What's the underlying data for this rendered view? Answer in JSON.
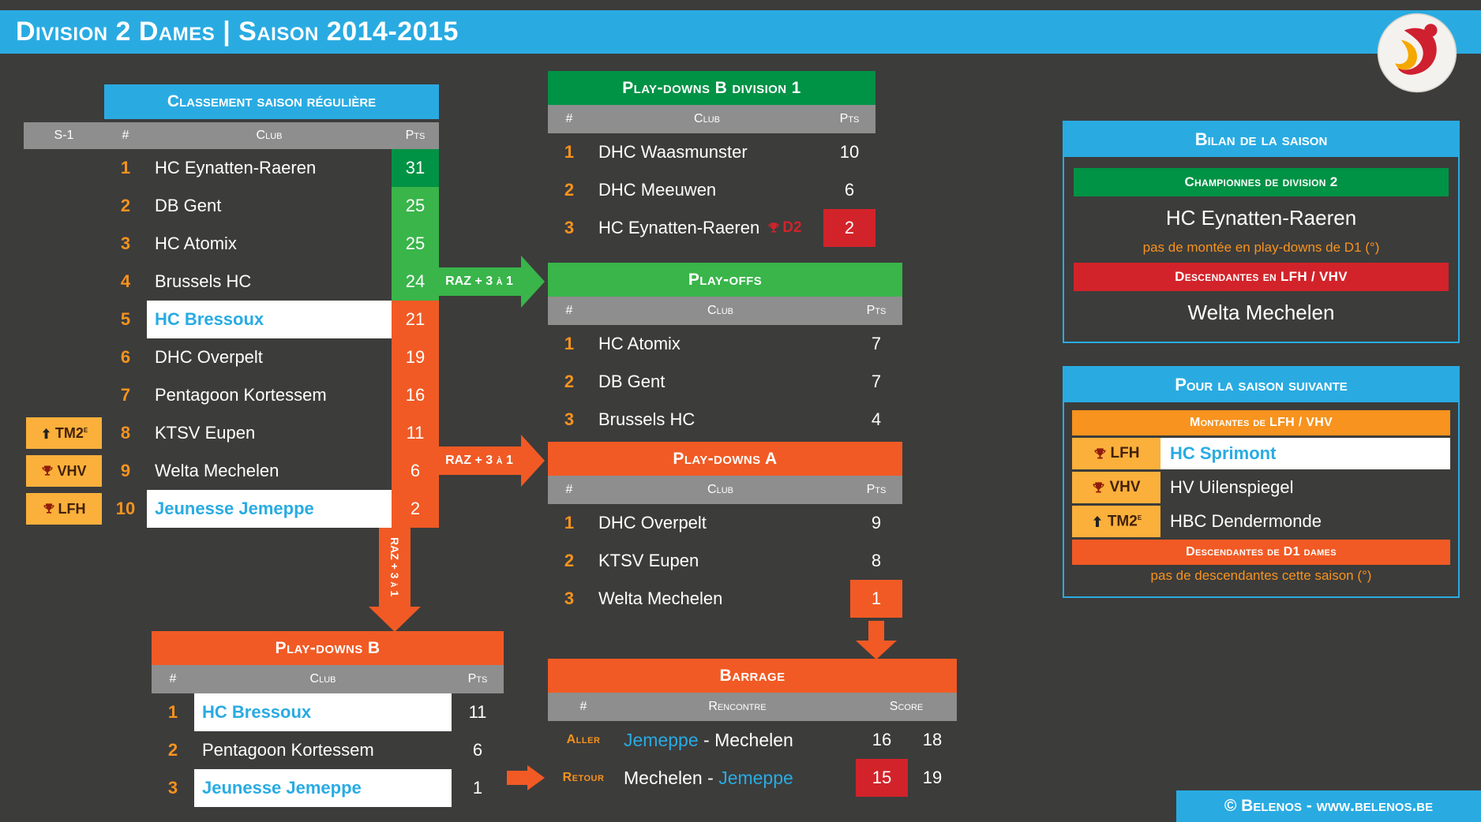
{
  "header": {
    "title": "Division 2 Dames | Saison 2014-2015"
  },
  "colors": {
    "blue": "#29abe2",
    "dark_green": "#009245",
    "green": "#39b54a",
    "orange": "#f15a24",
    "orange_light": "#f7931e",
    "yellow": "#fbb03b",
    "red": "#d2232a",
    "gray": "#8e8e8e",
    "background": "#3c3c3b",
    "badge_text": "#42210b"
  },
  "arrows": {
    "to_playoffs": "RAZ + 3 à 1",
    "to_playdowns_a": "RAZ + 3 à 1",
    "to_playdowns_b": "RAZ + 3 à 1"
  },
  "classement": {
    "title": "Classement saison régulière",
    "columns": {
      "s1": "S-1",
      "rank": "#",
      "club": "Club",
      "pts": "Pts"
    },
    "rows": [
      {
        "rank": "1",
        "club": "HC Eynatten-Raeren",
        "pts": "31",
        "pts_bg": "darkgreen"
      },
      {
        "rank": "2",
        "club": "DB Gent",
        "pts": "25",
        "pts_bg": "green"
      },
      {
        "rank": "3",
        "club": "HC Atomix",
        "pts": "25",
        "pts_bg": "green"
      },
      {
        "rank": "4",
        "club": "Brussels HC",
        "pts": "24",
        "pts_bg": "green"
      },
      {
        "rank": "5",
        "club": "HC Bressoux",
        "pts": "21",
        "pts_bg": "orange",
        "highlight": true
      },
      {
        "rank": "6",
        "club": "DHC Overpelt",
        "pts": "19",
        "pts_bg": "orange"
      },
      {
        "rank": "7",
        "club": "Pentagoon Kortessem",
        "pts": "16",
        "pts_bg": "orange"
      },
      {
        "rank": "8",
        "club": "KTSV Eupen",
        "pts": "11",
        "pts_bg": "orange",
        "badge": {
          "icon": "arrow-up",
          "text": "TM2",
          "sup": "e"
        }
      },
      {
        "rank": "9",
        "club": "Welta Mechelen",
        "pts": "6",
        "pts_bg": "orange",
        "badge": {
          "icon": "trophy",
          "text": "VHV"
        }
      },
      {
        "rank": "10",
        "club": "Jeunesse Jemeppe",
        "pts": "2",
        "pts_bg": "orange",
        "highlight": true,
        "badge": {
          "icon": "trophy",
          "text": "LFH"
        }
      }
    ]
  },
  "playdowns_b_d1": {
    "title": "Play-downs B division 1",
    "columns": {
      "rank": "#",
      "club": "Club",
      "pts": "Pts"
    },
    "rows": [
      {
        "rank": "1",
        "club": "DHC Waasmunster",
        "pts": "10"
      },
      {
        "rank": "2",
        "club": "DHC Meeuwen",
        "pts": "6"
      },
      {
        "rank": "3",
        "club": "HC Eynatten-Raeren",
        "suffix": "D2",
        "pts": "2",
        "pts_bg": "red"
      }
    ]
  },
  "playoffs": {
    "title": "Play-offs",
    "columns": {
      "rank": "#",
      "club": "Club",
      "pts": "Pts"
    },
    "rows": [
      {
        "rank": "1",
        "club": "HC Atomix",
        "pts": "7"
      },
      {
        "rank": "2",
        "club": "DB Gent",
        "pts": "7"
      },
      {
        "rank": "3",
        "club": "Brussels HC",
        "pts": "4"
      }
    ]
  },
  "playdowns_a": {
    "title": "Play-downs A",
    "columns": {
      "rank": "#",
      "club": "Club",
      "pts": "Pts"
    },
    "rows": [
      {
        "rank": "1",
        "club": "DHC Overpelt",
        "pts": "9"
      },
      {
        "rank": "2",
        "club": "KTSV Eupen",
        "pts": "8"
      },
      {
        "rank": "3",
        "club": "Welta Mechelen",
        "pts": "1",
        "pts_bg": "orange"
      }
    ]
  },
  "playdowns_b": {
    "title": "Play-downs B",
    "columns": {
      "rank": "#",
      "club": "Club",
      "pts": "Pts"
    },
    "rows": [
      {
        "rank": "1",
        "club": "HC Bressoux",
        "pts": "11",
        "highlight": true
      },
      {
        "rank": "2",
        "club": "Pentagoon Kortessem",
        "pts": "6"
      },
      {
        "rank": "3",
        "club": "Jeunesse Jemeppe",
        "pts": "1",
        "highlight": true
      }
    ]
  },
  "barrage": {
    "title": "Barrage",
    "columns": {
      "leg": "#",
      "match": "Rencontre",
      "score": "Score"
    },
    "separator": "-",
    "rows": [
      {
        "leg": "Aller",
        "home": "Jemeppe",
        "away": "Mechelen",
        "home_blue": true,
        "score1": "16",
        "score2": "18"
      },
      {
        "leg": "Retour",
        "home": "Mechelen",
        "away": "Jemeppe",
        "away_blue": true,
        "score1": "15",
        "score1_red": true,
        "score2": "19"
      }
    ]
  },
  "bilan": {
    "title": "Bilan de la saison",
    "champion_bar": "Championnes de division 2",
    "champion": "HC Eynatten-Raeren",
    "champion_note": "pas de montée en play-downs de D1 (°)",
    "relegation_bar": "Descendantes en LFH / VHV",
    "relegated": "Welta Mechelen"
  },
  "saison_suivante": {
    "title": "Pour la saison suivante",
    "promoted_bar": "Montantes de LFH / VHV",
    "rows": [
      {
        "icon": "trophy",
        "badge": "LFH",
        "club": "HC Sprimont",
        "highlight": true
      },
      {
        "icon": "trophy",
        "badge": "VHV",
        "club": "HV Uilenspiegel"
      },
      {
        "icon": "arrow-up",
        "badge": "TM2",
        "badge_sup": "e",
        "club": "HBC Dendermonde"
      }
    ],
    "relegated_bar": "Descendantes de D1 dames",
    "relegated_note": "pas de descendantes cette saison (°)"
  },
  "footer": {
    "credit": "© Belenos - www.belenos.be"
  }
}
